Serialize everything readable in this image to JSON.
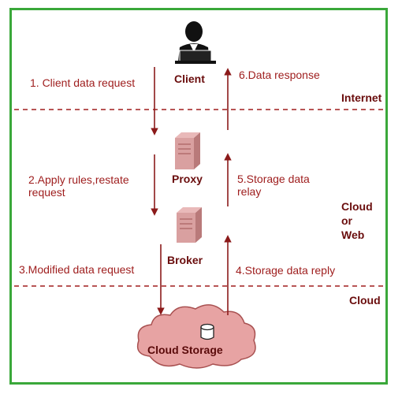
{
  "nodes": {
    "client": "Client",
    "proxy": "Proxy",
    "broker": "Broker",
    "cloud_storage": "Cloud Storage"
  },
  "zones": {
    "internet": "Internet",
    "cloud_or_web_1": "Cloud",
    "cloud_or_web_2": "or",
    "cloud_or_web_3": "Web",
    "cloud": "Cloud"
  },
  "steps": {
    "s1": "1. Client data request",
    "s2_line1": "2.Apply rules,restate",
    "s2_line2": "request",
    "s3": "3.Modified data request",
    "s4": "4.Storage data reply",
    "s5_line1": "5.Storage data",
    "s5_line2": "relay",
    "s6": "6.Data response"
  },
  "colors": {
    "frame": "#3aa83a",
    "text": "#9e1c1c",
    "arrow": "#8b1a1a",
    "divider": "#a11d1d",
    "server": "#d9a0a0",
    "cloud_fill": "#e7a3a3"
  }
}
